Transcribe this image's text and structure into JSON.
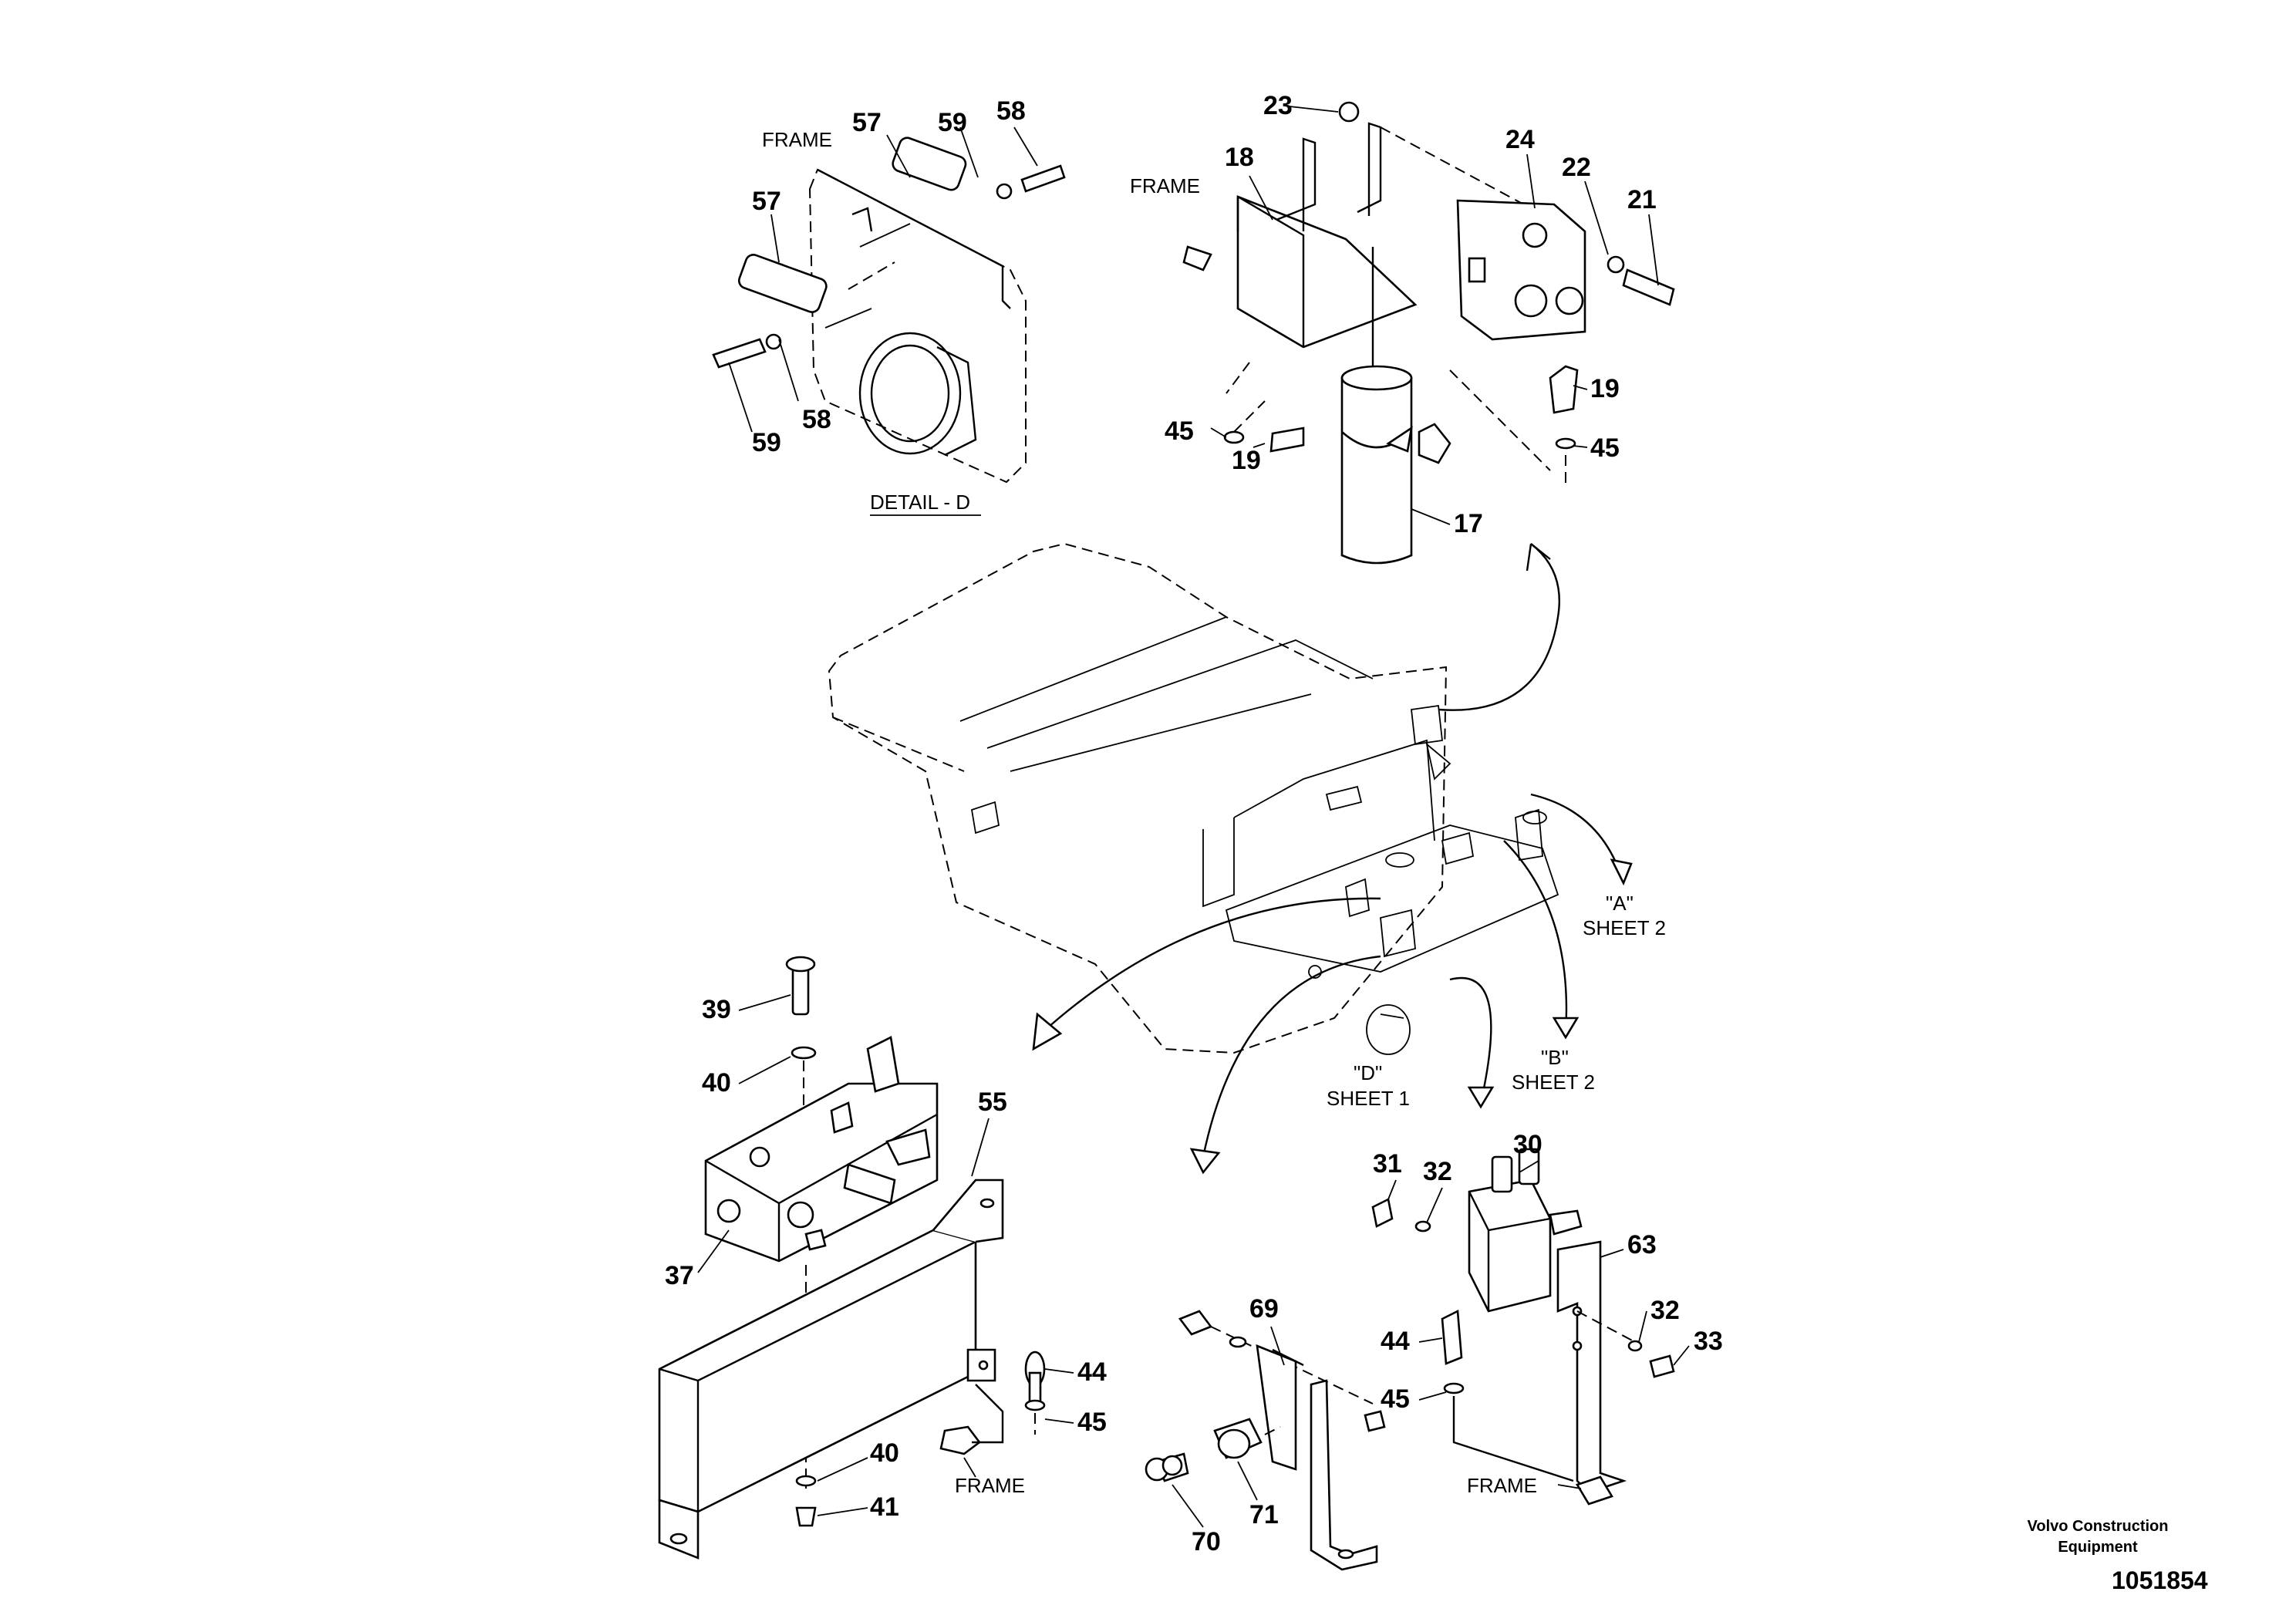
{
  "callouts": {
    "c23": "23",
    "c18": "18",
    "c24": "24",
    "c22": "22",
    "c21": "21",
    "c19a": "19",
    "c45a": "45",
    "c19b": "19",
    "c45b": "45",
    "c17": "17",
    "c57a": "57",
    "c59a": "59",
    "c58a": "58",
    "c57b": "57",
    "c59b": "59",
    "c58b": "58",
    "c39": "39",
    "c40a": "40",
    "c55": "55",
    "c37": "37",
    "c44a": "44",
    "c45c": "45",
    "c40b": "40",
    "c41": "41",
    "c31": "31",
    "c32a": "32",
    "c30": "30",
    "c63": "63",
    "c32b": "32",
    "c33": "33",
    "c44b": "44",
    "c45d": "45",
    "c69": "69",
    "c70": "70",
    "c71": "71"
  },
  "labels": {
    "frame_d": "FRAME",
    "frame_bracket": "FRAME",
    "frame_valve": "FRAME",
    "frame_solenoid": "FRAME",
    "detail_d": "DETAIL - D",
    "ref_a_1": "\"A\"",
    "ref_a_2": "SHEET 2",
    "ref_b_1": "\"B\"",
    "ref_b_2": "SHEET 2",
    "ref_d_1": "\"D\"",
    "ref_d_2": "SHEET 1"
  },
  "footer": {
    "brand_line1": "Volvo Construction",
    "brand_line2": "Equipment",
    "doc_number": "1051854"
  }
}
